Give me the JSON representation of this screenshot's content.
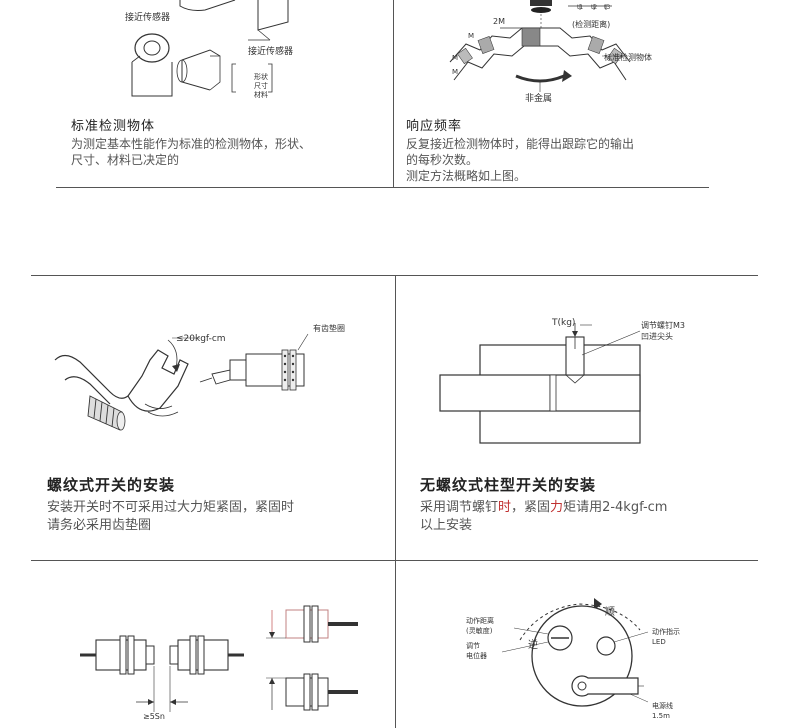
{
  "top_left": {
    "labels": {
      "sensor_a": "接近传感器",
      "sensor_b": "接近传感器",
      "shape": "形状",
      "size": "尺寸",
      "material": "材料"
    },
    "title": "标准检测物体",
    "lines": [
      "为测定基本性能作为标准的检测物体，形状、",
      "尺寸、材料已决定的"
    ]
  },
  "top_right": {
    "labels": {
      "t1": "t1",
      "t2": "t2",
      "t3": "t3",
      "distance": "(检测距离)",
      "two_m": "2M",
      "m1": "M",
      "m2": "M",
      "m3": "M",
      "standard_object": "标准检测物体",
      "non_metal": "非金属"
    },
    "title": "响应频率",
    "lines": [
      "反复接近检测物体时，能得出跟踪它的输出",
      "的每秒次数。",
      "测定方法概略如上图。"
    ]
  },
  "mid_left": {
    "labels": {
      "torque": "≤20kgf-cm",
      "washer": "有齿垫圈"
    },
    "title": "螺纹式开关的安装",
    "lines": [
      "安装开关时不可采用过大力矩紧固，紧固时",
      "请务必采用齿垫圈"
    ]
  },
  "mid_right": {
    "labels": {
      "t_kg": "T(kg)",
      "screw_1": "调节螺钉M3",
      "screw_2": "凹进尖头"
    },
    "title": "无螺纹式柱型开关的安装",
    "line1_prefix": "采用调节螺钉",
    "line1_red": "时",
    "line1_mid": "，紧固",
    "line1_red2": "力",
    "line1_suffix": "矩请用2-4kgf-cm",
    "line2": "以上安装"
  },
  "bottom_left": {
    "labels": {
      "spacing": "≥5Sn"
    }
  },
  "bottom_right": {
    "labels": {
      "shun": "顺",
      "ni": "逆",
      "action_distance_1": "动作距离",
      "action_distance_2": "(灵敏度)",
      "adjust_1": "调节",
      "adjust_2": "电位器",
      "indicator_1": "动作指示",
      "indicator_2": "LED",
      "cable_1": "电源线",
      "cable_2": "1.5m"
    }
  }
}
